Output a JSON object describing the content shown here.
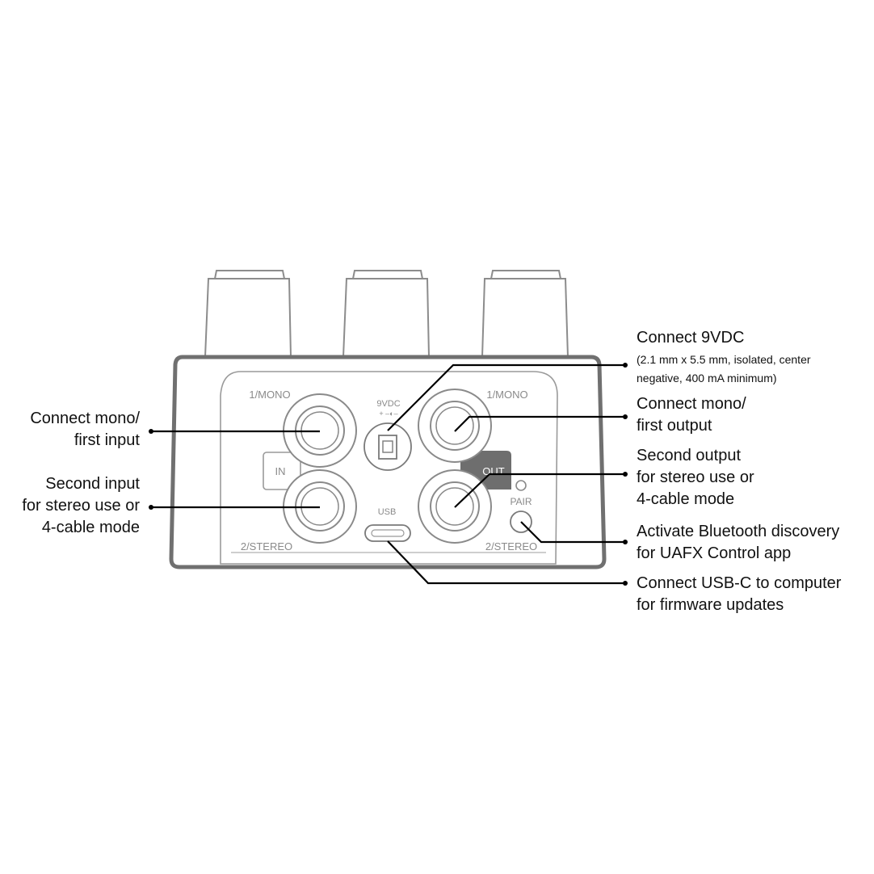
{
  "panel": {
    "jack_label_top_left": "1/MONO",
    "jack_label_top_right": "1/MONO",
    "jack_label_bottom_left": "2/STEREO",
    "jack_label_bottom_right": "2/STEREO",
    "in_label": "IN",
    "out_label": "OUT",
    "power_label": "9VDC",
    "polarity_symbol": "+ –◐–",
    "usb_label": "USB",
    "pair_label": "PAIR"
  },
  "callouts": {
    "mono_input": [
      "Connect mono/",
      "first input"
    ],
    "second_input": [
      "Second input",
      "for stereo use or",
      "4-cable mode"
    ],
    "power": {
      "title": "Connect 9VDC",
      "detail": [
        "(2.1 mm x 5.5 mm, isolated, center",
        "negative, 400 mA minimum)"
      ]
    },
    "mono_output": [
      "Connect mono/",
      "first output"
    ],
    "second_output": [
      "Second output",
      "for stereo use or",
      "4-cable mode"
    ],
    "pair": [
      "Activate Bluetooth discovery",
      "for UAFX Control app"
    ],
    "usb": [
      "Connect USB-C to computer",
      "for firmware updates"
    ]
  }
}
